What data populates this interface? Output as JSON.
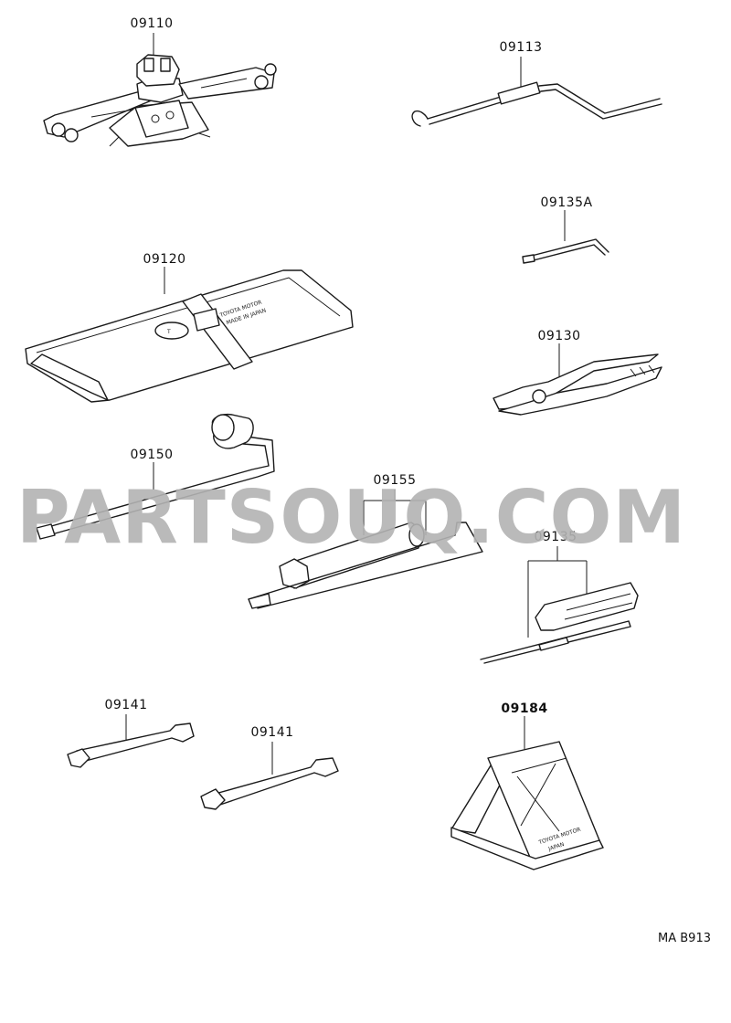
{
  "parts": {
    "jack": "09110",
    "jack_handle": "09113",
    "bent_rod": "09135A",
    "tool_bag": "09120",
    "pliers": "09130",
    "wheel_wrench": "09150",
    "spark_plug_wrench": "09155",
    "screwdriver": "09135",
    "wrench_a": "09141",
    "wrench_b": "09141",
    "wheel_chock": "09184"
  },
  "bag_text": {
    "line1": "TOYOTA MOTOR",
    "line2": "MADE IN JAPAN",
    "badge": "T"
  },
  "chock_text": {
    "line1": "TOYOTA MOTOR",
    "line2": "JAPAN"
  },
  "watermark": "PARTSOUQ.COM",
  "ref_code": "MA B913"
}
